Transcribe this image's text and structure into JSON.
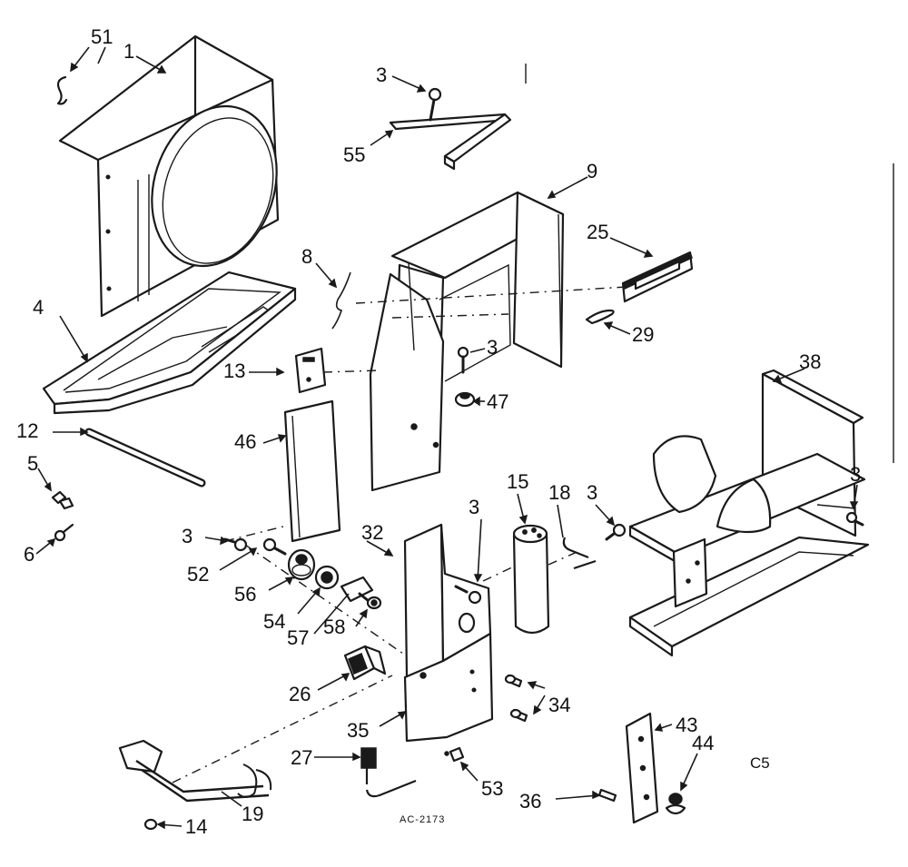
{
  "diagram": {
    "drawing_number": "AC-2173",
    "section_code": "C5",
    "callouts": [
      "1",
      "3",
      "3",
      "3",
      "3",
      "3",
      "3",
      "4",
      "5",
      "6",
      "8",
      "9",
      "12",
      "13",
      "14",
      "15",
      "18",
      "19",
      "25",
      "26",
      "27",
      "29",
      "32",
      "34",
      "35",
      "36",
      "38",
      "43",
      "44",
      "46",
      "47",
      "51",
      "52",
      "53",
      "54",
      "55",
      "56",
      "57",
      "58"
    ]
  },
  "parts": [
    {
      "name": "1",
      "label": "1"
    },
    {
      "name": "3",
      "label": "3"
    },
    {
      "name": "4",
      "label": "4"
    },
    {
      "name": "5",
      "label": "5"
    },
    {
      "name": "6",
      "label": "6"
    },
    {
      "name": "8",
      "label": "8"
    },
    {
      "name": "9",
      "label": "9"
    },
    {
      "name": "12",
      "label": "12"
    },
    {
      "name": "13",
      "label": "13"
    },
    {
      "name": "14",
      "label": "14"
    },
    {
      "name": "15",
      "label": "15"
    },
    {
      "name": "18",
      "label": "18"
    },
    {
      "name": "19",
      "label": "19"
    },
    {
      "name": "25",
      "label": "25"
    },
    {
      "name": "26",
      "label": "26"
    },
    {
      "name": "27",
      "label": "27"
    },
    {
      "name": "29",
      "label": "29"
    },
    {
      "name": "32",
      "label": "32"
    },
    {
      "name": "34",
      "label": "34"
    },
    {
      "name": "35",
      "label": "35"
    },
    {
      "name": "36",
      "label": "36"
    },
    {
      "name": "38",
      "label": "38"
    },
    {
      "name": "43",
      "label": "43"
    },
    {
      "name": "44",
      "label": "44"
    },
    {
      "name": "46",
      "label": "46"
    },
    {
      "name": "47",
      "label": "47"
    },
    {
      "name": "51",
      "label": "51"
    },
    {
      "name": "52",
      "label": "52"
    },
    {
      "name": "53",
      "label": "53"
    },
    {
      "name": "54",
      "label": "54"
    },
    {
      "name": "55",
      "label": "55"
    },
    {
      "name": "56",
      "label": "56"
    },
    {
      "name": "57",
      "label": "57"
    },
    {
      "name": "58",
      "label": "58"
    }
  ]
}
